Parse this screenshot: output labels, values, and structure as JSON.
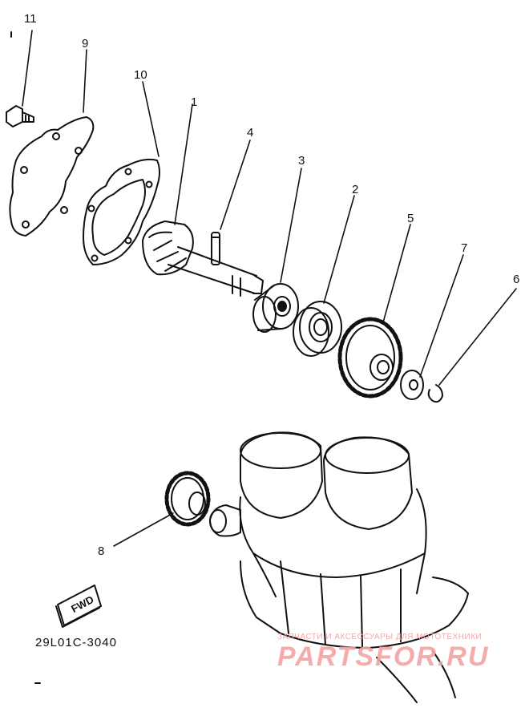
{
  "callouts": {
    "p1": "1",
    "p2": "2",
    "p3": "3",
    "p4": "4",
    "p5": "5",
    "p6": "6",
    "p7": "7",
    "p8": "8",
    "p9": "9",
    "p10": "10",
    "p11": "11"
  },
  "fwd_label": "FWD",
  "drawing_code": "29L01C-3040",
  "watermark": {
    "tagline": "ЗАПЧАСТИ И АКСЕССУАРЫ ДЛЯ МОТОТЕХНИКИ",
    "logo": "PARTSFOR.RU"
  },
  "colors": {
    "ink": "#111111",
    "watermark": "#f3a3a3"
  }
}
